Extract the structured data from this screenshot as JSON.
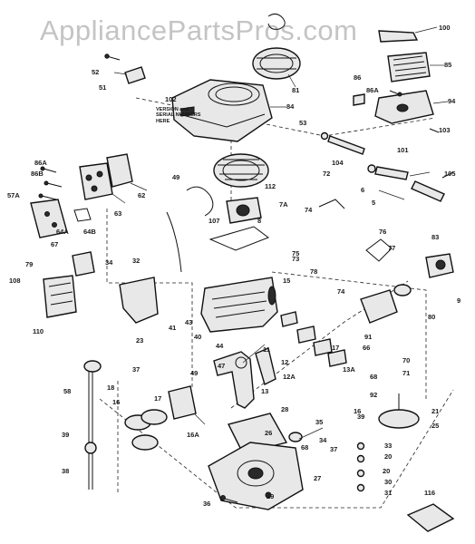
{
  "watermark": "AppliancePartsPros.com",
  "note": "VERSION and SERIAL NUMBERS HERE",
  "callouts": [
    "100",
    "52",
    "51",
    "81",
    "102",
    "84",
    "86",
    "86A",
    "85",
    "94",
    "53",
    "103",
    "101",
    "104",
    "72",
    "105",
    "7A",
    "74",
    "6",
    "76",
    "86A",
    "86B",
    "57A",
    "62",
    "63",
    "64A",
    "64B",
    "67",
    "49",
    "107",
    "112",
    "79",
    "78",
    "15",
    "74",
    "77",
    "75",
    "23",
    "8",
    "108",
    "32",
    "34",
    "110",
    "41",
    "43",
    "80",
    "40",
    "44",
    "11",
    "47",
    "49",
    "12",
    "13",
    "18",
    "17",
    "37",
    "16",
    "16A",
    "28",
    "26",
    "66",
    "37",
    "25",
    "68",
    "16",
    "71",
    "70",
    "17",
    "21",
    "29",
    "58",
    "13A",
    "12A",
    "9",
    "39",
    "20",
    "68",
    "39",
    "35",
    "34",
    "33",
    "27",
    "20",
    "31",
    "30",
    "38",
    "116",
    "73",
    "36",
    "92",
    "83",
    "91",
    "5"
  ]
}
